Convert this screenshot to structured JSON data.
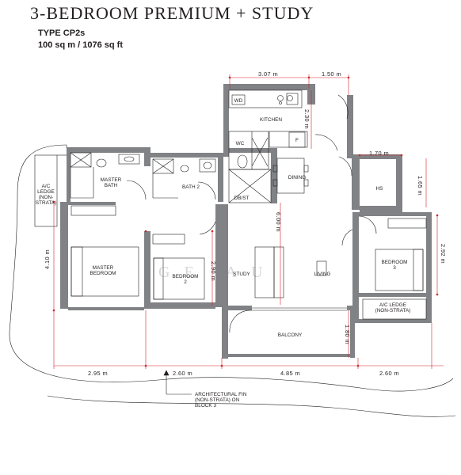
{
  "header": {
    "title": "3-BEDROOM PREMIUM + STUDY",
    "type_label": "TYPE CP2s",
    "area_label": "100 sq m / 1076 sq ft"
  },
  "rooms": {
    "ac_ledge_left": [
      "A/C",
      "LEDGE",
      "(NON-",
      "STRATA)"
    ],
    "master_bath": [
      "MASTER",
      "BATH"
    ],
    "bath2": "BATH 2",
    "kitchen": "KITCHEN",
    "wd": "WD",
    "wc": "WC",
    "f": "F",
    "dining": "DINING",
    "db_st": "DB/ST",
    "hs": "HS",
    "master_bedroom": [
      "MASTER",
      "BEDROOM"
    ],
    "bedroom2": [
      "BEDROOM",
      "2"
    ],
    "study": "STUDY",
    "living": "LIVING",
    "bedroom3": [
      "BEDROOM",
      "3"
    ],
    "ac_ledge_right": [
      "A/C LEDGE",
      "(NON-STRATA)"
    ],
    "balcony": "BALCONY"
  },
  "dimensions": {
    "top_kitchen": "3.07 m",
    "top_right": "1.50 m",
    "kitchen_vertical": "2.30 m",
    "hs_width": "1.70 m",
    "hs_height": "1.65 m",
    "living_vertical": "6.00 m",
    "master_vertical": "4.10 m",
    "bedroom2_vertical": "2.90 m",
    "bedroom3_vertical": "2.92 m",
    "balcony_vertical": "1.80 m",
    "bottom_1": "2.95 m",
    "bottom_2": "2.60 m",
    "bottom_3": "4.85 m",
    "bottom_4": "2.60 m"
  },
  "annotation": [
    "ARCHITECTURAL FIN",
    "(NON-STRATA) ON",
    "BLOCK 3"
  ],
  "watermark": "GE  AU",
  "colors": {
    "wall": "#808285",
    "dimension": "#d2232a",
    "text": "#231f20"
  }
}
